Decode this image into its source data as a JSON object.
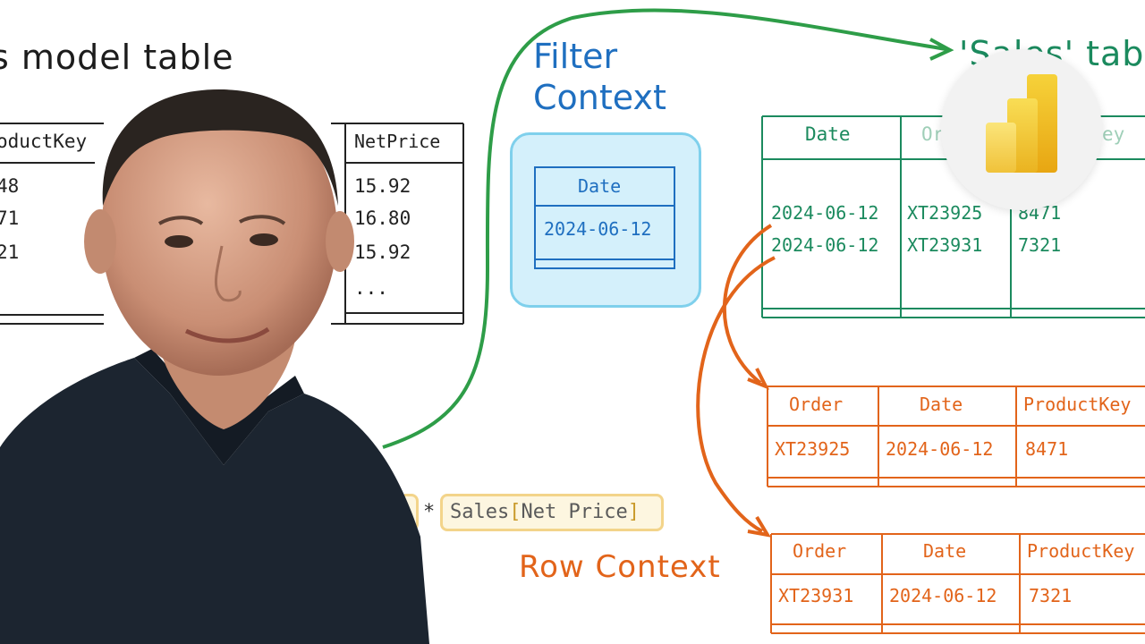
{
  "left_table": {
    "title": "s model table",
    "col1_header": "oductKey",
    "col1_values": [
      "48",
      "71",
      "21"
    ],
    "col2_header": "NetPrice",
    "col2_values": [
      "15.92",
      "16.80",
      "15.92",
      "..."
    ]
  },
  "filter_context": {
    "title_line1": "Filter",
    "title_line2": "Context",
    "table_header": "Date",
    "table_value": "2024-06-12"
  },
  "sales_table": {
    "title": "'Sales' tab",
    "headers": [
      "Date",
      "Order",
      "ProductKey"
    ],
    "header_visible": [
      "Date",
      "Or",
      "ey"
    ],
    "rows": [
      [
        "2024-06-12",
        "XT23925",
        "8471"
      ],
      [
        "2024-06-12",
        "XT23931",
        "7321"
      ]
    ]
  },
  "row_context": {
    "title": "Row Context",
    "headers": [
      "Order",
      "Date",
      "ProductKey"
    ],
    "row1": [
      "XT23925",
      "2024-06-12",
      "8471"
    ],
    "row2": [
      "XT23931",
      "2024-06-12",
      "7321"
    ]
  },
  "formula": {
    "operator": "*",
    "table": "Sales",
    "open_bracket": "[",
    "column": "Net Price",
    "close_bracket": "]"
  },
  "colors": {
    "filter_blue": "#1f6fc0",
    "filter_box_fill": "#d4f0fb",
    "sales_green": "#1b8a5e",
    "row_orange": "#e2641a",
    "formula_border": "#f3d48a"
  },
  "icons": {
    "logo": "power-bi-logo-icon"
  }
}
